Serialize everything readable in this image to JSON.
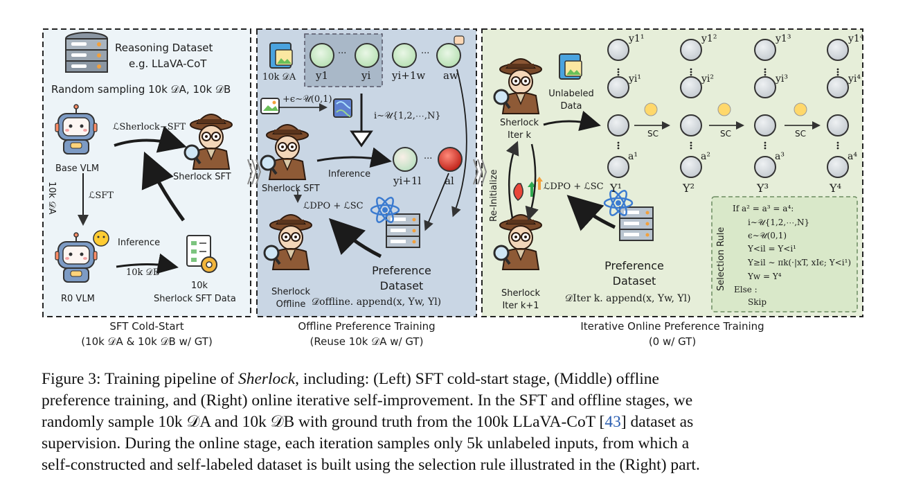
{
  "left": {
    "dataset_title": "Reasoning Dataset",
    "dataset_example": "e.g. LLaVA-CoT",
    "sampling": "Random sampling 10k 𝒟A, 10k 𝒟B",
    "base_vlm": "Base VLM",
    "loss_sherlock_sft": "ℒSherlock−SFT",
    "sherlock_sft": "Sherlock SFT",
    "loss_sft": "ℒSFT",
    "side_10k_da": "10k 𝒟A",
    "r0_vlm": "R0 VLM",
    "inference": "Inference",
    "db_label": "10k 𝒟B",
    "data_count": "10k",
    "data_name": "Sherlock SFT Data",
    "stage_title": "SFT Cold-Start",
    "stage_sub": "(10k 𝒟A & 10k 𝒟B w/ GT)"
  },
  "middle": {
    "da_label": "10k 𝒟A",
    "y1": "y1",
    "dots": "···",
    "yi": "yi",
    "yi1w": "yi+1w",
    "aw": "aw",
    "noise": "+ϵ∼𝒰(0,1)",
    "sample_i": "i∼𝒰{1,2,⋯,N}",
    "sherlock_sft": "Sherlock SFT",
    "inference": "Inference",
    "yi1l": "yi+1l",
    "al": "al",
    "loss": "ℒDPO + ℒSC",
    "sherlock_offline_1": "Sherlock",
    "sherlock_offline_2": "Offline",
    "pref_1": "Preference",
    "pref_2": "Dataset",
    "append": "𝒟offline. append(x, Yw, Yl)",
    "stage_title": "Offline Preference Training",
    "stage_sub": "(Reuse 10k 𝒟A w/ GT)"
  },
  "right": {
    "sherlock_iter_k_1": "Sherlock",
    "sherlock_iter_k_2": "Iter k",
    "unlabeled_1": "Unlabeled",
    "unlabeled_2": "Data",
    "reinit": "Re-Initialize",
    "loss": "ℒDPO + ℒSC",
    "sherlock_iter_k1_1": "Sherlock",
    "sherlock_iter_k1_2": "Iter k+1",
    "pref_1": "Preference",
    "pref_2": "Dataset",
    "append": "𝒟Iter k. append(x, Yw, Yl)",
    "sc": "SC",
    "columns": [
      {
        "top": "y1¹",
        "mid": "yi¹",
        "bot": "a¹",
        "Y": "Y¹"
      },
      {
        "top": "y1²",
        "mid": "yi²",
        "bot": "a²",
        "Y": "Y²"
      },
      {
        "top": "y1³",
        "mid": "yi³",
        "bot": "a³",
        "Y": "Y³"
      },
      {
        "top": "y1⁴",
        "mid": "yi⁴",
        "bot": "a⁴",
        "Y": "Y⁴"
      }
    ],
    "rule_title": "Selection Rule",
    "rule_lines": [
      "If a² = a³ = a⁴:",
      "i∼𝒰{1,2,⋯,N}",
      "ϵ∼𝒰(0,1)",
      "Y<il = Y<i¹",
      "Y≥il ∼ πk(·|xT, xIϵ; Y<i¹)",
      "Yw = Y⁴",
      "Else :",
      "Skip"
    ],
    "stage_title": "Iterative Online Preference Training",
    "stage_sub": "(0 w/ GT)"
  },
  "caption": {
    "lines": [
      "Figure 3: Training pipeline of Sherlock, including: (Left) SFT cold-start stage, (Middle) offline",
      "preference training, and (Right) online iterative self-improvement. In the SFT and offline stages, we",
      "randomly sample 10k 𝒟A and 10k 𝒟B with ground truth from the 100k LLaVA-CoT [43] dataset as",
      "supervision. During the online stage, each iteration samples only 5k unlabeled inputs, from which a",
      "self-constructed and self-labeled dataset is built using the selection rule illustrated in the (Right) part."
    ]
  },
  "colors": {
    "left_bg": "#edf4f8",
    "middle_bg": "#c9d6e4",
    "right_bg": "#e6eed9",
    "rule_bg": "#d9e8c9",
    "node_fill": "#d8dee2",
    "ref_link": "#2a5db0"
  }
}
